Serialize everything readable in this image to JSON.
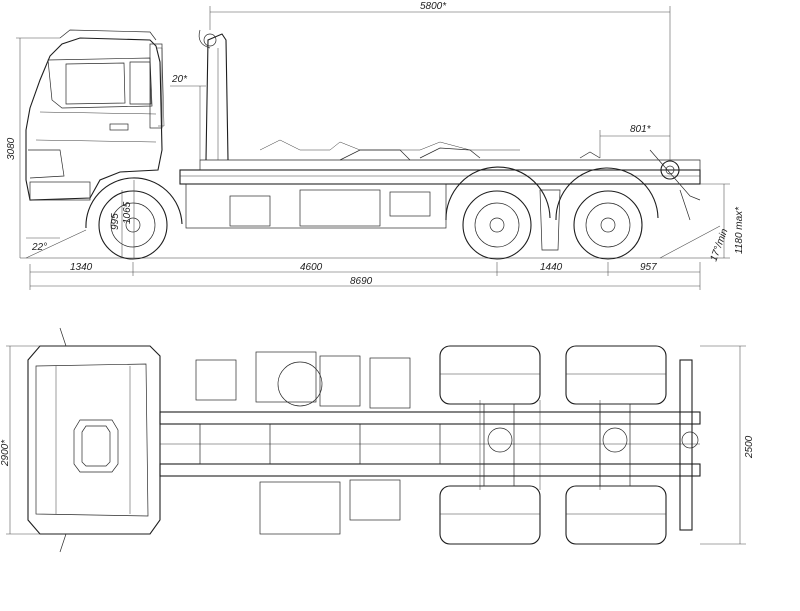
{
  "side_view": {
    "dims": {
      "body_length": "5800*",
      "offset_20": "20*",
      "offset_801": "801*",
      "height_total": "3080",
      "h_995": "995",
      "h_1065": "1065",
      "ground_clear": "22°",
      "frame_height": "1180 max*",
      "tail_angle": "17°/min",
      "front_overhang": "1340",
      "wheelbase": "4600",
      "tandem": "1440",
      "rear_overhang": "957",
      "overall_length": "8690"
    }
  },
  "top_view": {
    "dims": {
      "width_cab": "2900*",
      "width_rear": "2500"
    }
  }
}
